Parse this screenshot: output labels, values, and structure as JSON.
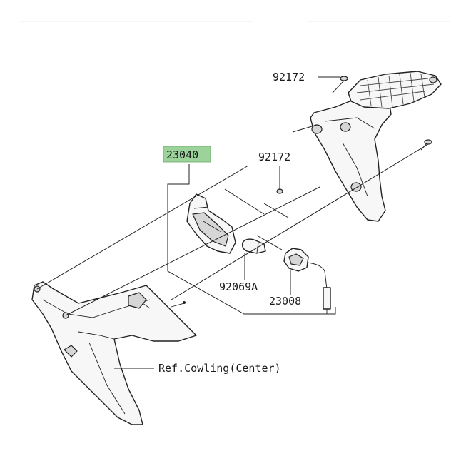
{
  "diagram": {
    "labels": {
      "screw_top": "92172",
      "screw_mid": "92172",
      "assembly": "23040",
      "bulb": "92069A",
      "socket": "23008",
      "reference": "Ref.Cowling(Center)"
    },
    "highlight_color": "#9bd39b"
  }
}
